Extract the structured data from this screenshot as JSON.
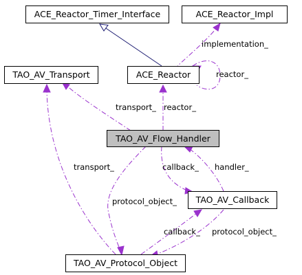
{
  "nodes": {
    "timer_interface": {
      "label": "ACE_Reactor_Timer_Interface"
    },
    "reactor_impl": {
      "label": "ACE_Reactor_Impl"
    },
    "transport": {
      "label": "TAO_AV_Transport"
    },
    "reactor": {
      "label": "ACE_Reactor"
    },
    "flow_handler": {
      "label": "TAO_AV_Flow_Handler"
    },
    "callback": {
      "label": "TAO_AV_Callback"
    },
    "protocol_object": {
      "label": "TAO_AV_Protocol_Object"
    }
  },
  "edges": {
    "implementation": "implementation_",
    "reactor_self": "reactor_",
    "fh_transport": "transport_",
    "fh_reactor": "reactor_",
    "fh_callback": "callback_",
    "cb_handler": "handler_",
    "po_transport": "transport_",
    "fh_protocol_object": "protocol_object_",
    "po_callback": "callback_",
    "cb_protocol_object": "protocol_object_"
  },
  "colors": {
    "dependency_edge": "#9a32cd",
    "inheritance_edge": "#191970",
    "highlight_fill": "#bfbfbf"
  }
}
